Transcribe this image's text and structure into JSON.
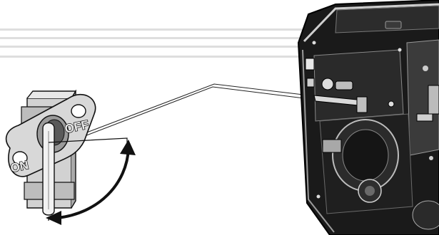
{
  "valve": {
    "off_label": "OFF",
    "on_label": "ON"
  },
  "colors": {
    "background": "#ffffff",
    "outline": "#111111",
    "light_fill": "#d8d8d8",
    "mid_fill": "#a9a9a9",
    "dark_fill": "#5a5a5a",
    "engine_body": "#161616",
    "stripe": "#dcdcdc"
  },
  "icons": {
    "rotation_arrow": "curved-double-headed-arrow",
    "fuel_valve": "fuel-shutoff-valve",
    "generator": "portable-generator"
  }
}
